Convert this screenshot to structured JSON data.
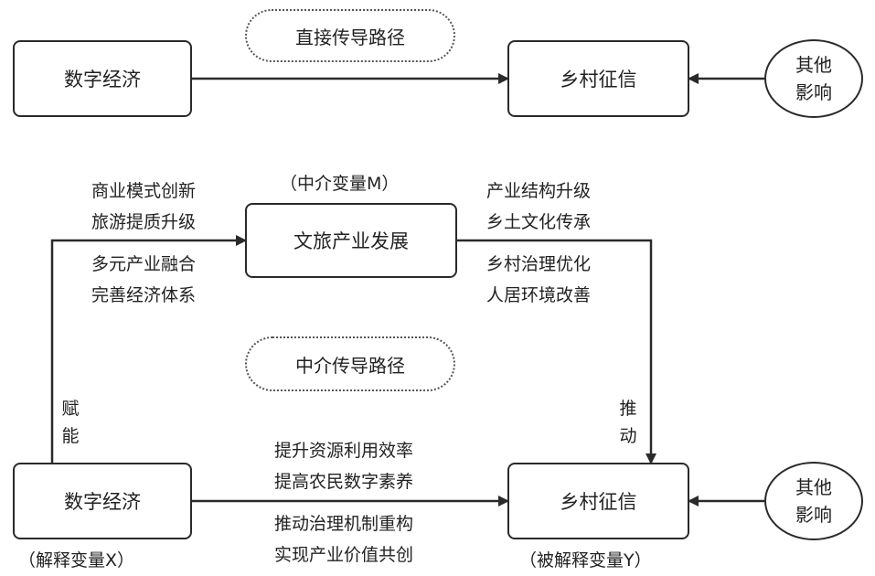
{
  "top": {
    "source_box": "数字经济",
    "path_label": "直接传导路径",
    "target_box": "乡村征信",
    "other_line1": "其他",
    "other_line2": "影响"
  },
  "bottom": {
    "mediator_note": "（中介变量M）",
    "mediator_box": "文旅产业发展",
    "left_upper": [
      "商业模式创新",
      "旅游提质升级"
    ],
    "left_lower": [
      "多元产业融合",
      "完善经济体系"
    ],
    "right_upper": [
      "产业结构升级",
      "乡土文化传承"
    ],
    "right_lower": [
      "乡村治理优化",
      "人居环境改善"
    ],
    "path_label": "中介传导路径",
    "empower_label": [
      "赋",
      "能"
    ],
    "drive_label": [
      "推",
      "动"
    ],
    "source_box": "数字经济",
    "source_note": "（解释变量X）",
    "target_box": "乡村征信",
    "target_note": "（被解释变量Y）",
    "mid_upper": [
      "提升资源利用效率",
      "提高农民数字素养"
    ],
    "mid_lower": [
      "推动治理机制重构",
      "实现产业价值共创"
    ],
    "other_line1": "其他",
    "other_line2": "影响"
  }
}
